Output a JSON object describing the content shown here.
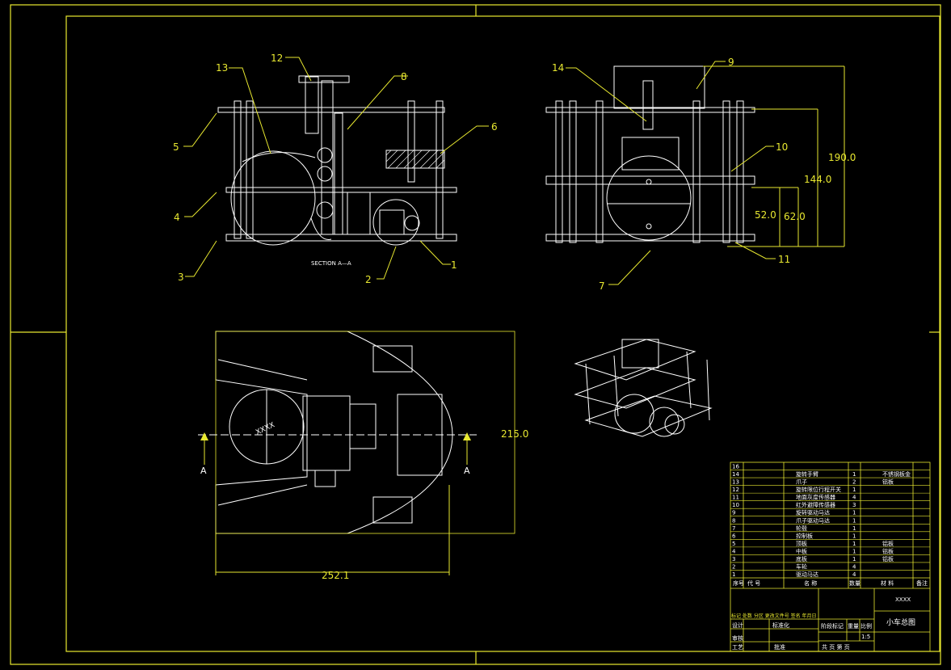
{
  "drawing_title": "小车总图",
  "section_label": "SECTION A—A",
  "section_marks": [
    "A",
    "A"
  ],
  "front_view_callouts": [
    "13",
    "12",
    "8",
    "6",
    "5",
    "4",
    "3",
    "2",
    "1"
  ],
  "side_view_callouts": [
    "14",
    "9",
    "10",
    "11",
    "7"
  ],
  "side_dimensions": [
    "190.0",
    "144.0",
    "52.0",
    "62.0"
  ],
  "plan_dimensions": [
    "215.0",
    "252.1"
  ],
  "plate_marking": "XXXX",
  "code_cell": "XXXX",
  "parts_list": [
    {
      "no": "16",
      "name": "",
      "qty": "",
      "material": ""
    },
    {
      "no": "14",
      "name": "旋转手臂",
      "qty": "1",
      "material": "不锈钢板金"
    },
    {
      "no": "13",
      "name": "爪子",
      "qty": "2",
      "material": "铝板"
    },
    {
      "no": "12",
      "name": "旋转限位行程开关",
      "qty": "1",
      "material": ""
    },
    {
      "no": "11",
      "name": "地面灰度传感器",
      "qty": "4",
      "material": ""
    },
    {
      "no": "10",
      "name": "红外避障传感器",
      "qty": "3",
      "material": ""
    },
    {
      "no": "9",
      "name": "旋转驱动马达",
      "qty": "1",
      "material": ""
    },
    {
      "no": "8",
      "name": "爪子驱动马达",
      "qty": "1",
      "material": ""
    },
    {
      "no": "7",
      "name": "轮毂",
      "qty": "1",
      "material": ""
    },
    {
      "no": "6",
      "name": "控制板",
      "qty": "1",
      "material": ""
    },
    {
      "no": "5",
      "name": "顶板",
      "qty": "1",
      "material": "铝板"
    },
    {
      "no": "4",
      "name": "中板",
      "qty": "1",
      "material": "铝板"
    },
    {
      "no": "3",
      "name": "底板",
      "qty": "1",
      "material": "铝板"
    },
    {
      "no": "2",
      "name": "车轮",
      "qty": "4",
      "material": ""
    },
    {
      "no": "1",
      "name": "驱动马达",
      "qty": "4",
      "material": ""
    }
  ],
  "parts_header": {
    "no": "序号",
    "code": "代 号",
    "name": "名 称",
    "qty": "数量",
    "material": "材 料",
    "note": "备注"
  },
  "title_block": {
    "change_row": "标记 处数 分区 更改文件号 签名 年月日",
    "design": "设计",
    "standard": "标准化",
    "review": "审核",
    "process": "工艺",
    "approve": "批准",
    "stage_label": "阶段标记",
    "weight_label": "重量",
    "scale_label": "比例",
    "scale_value": "1:5",
    "sheet_row": "共  页  第  页"
  }
}
